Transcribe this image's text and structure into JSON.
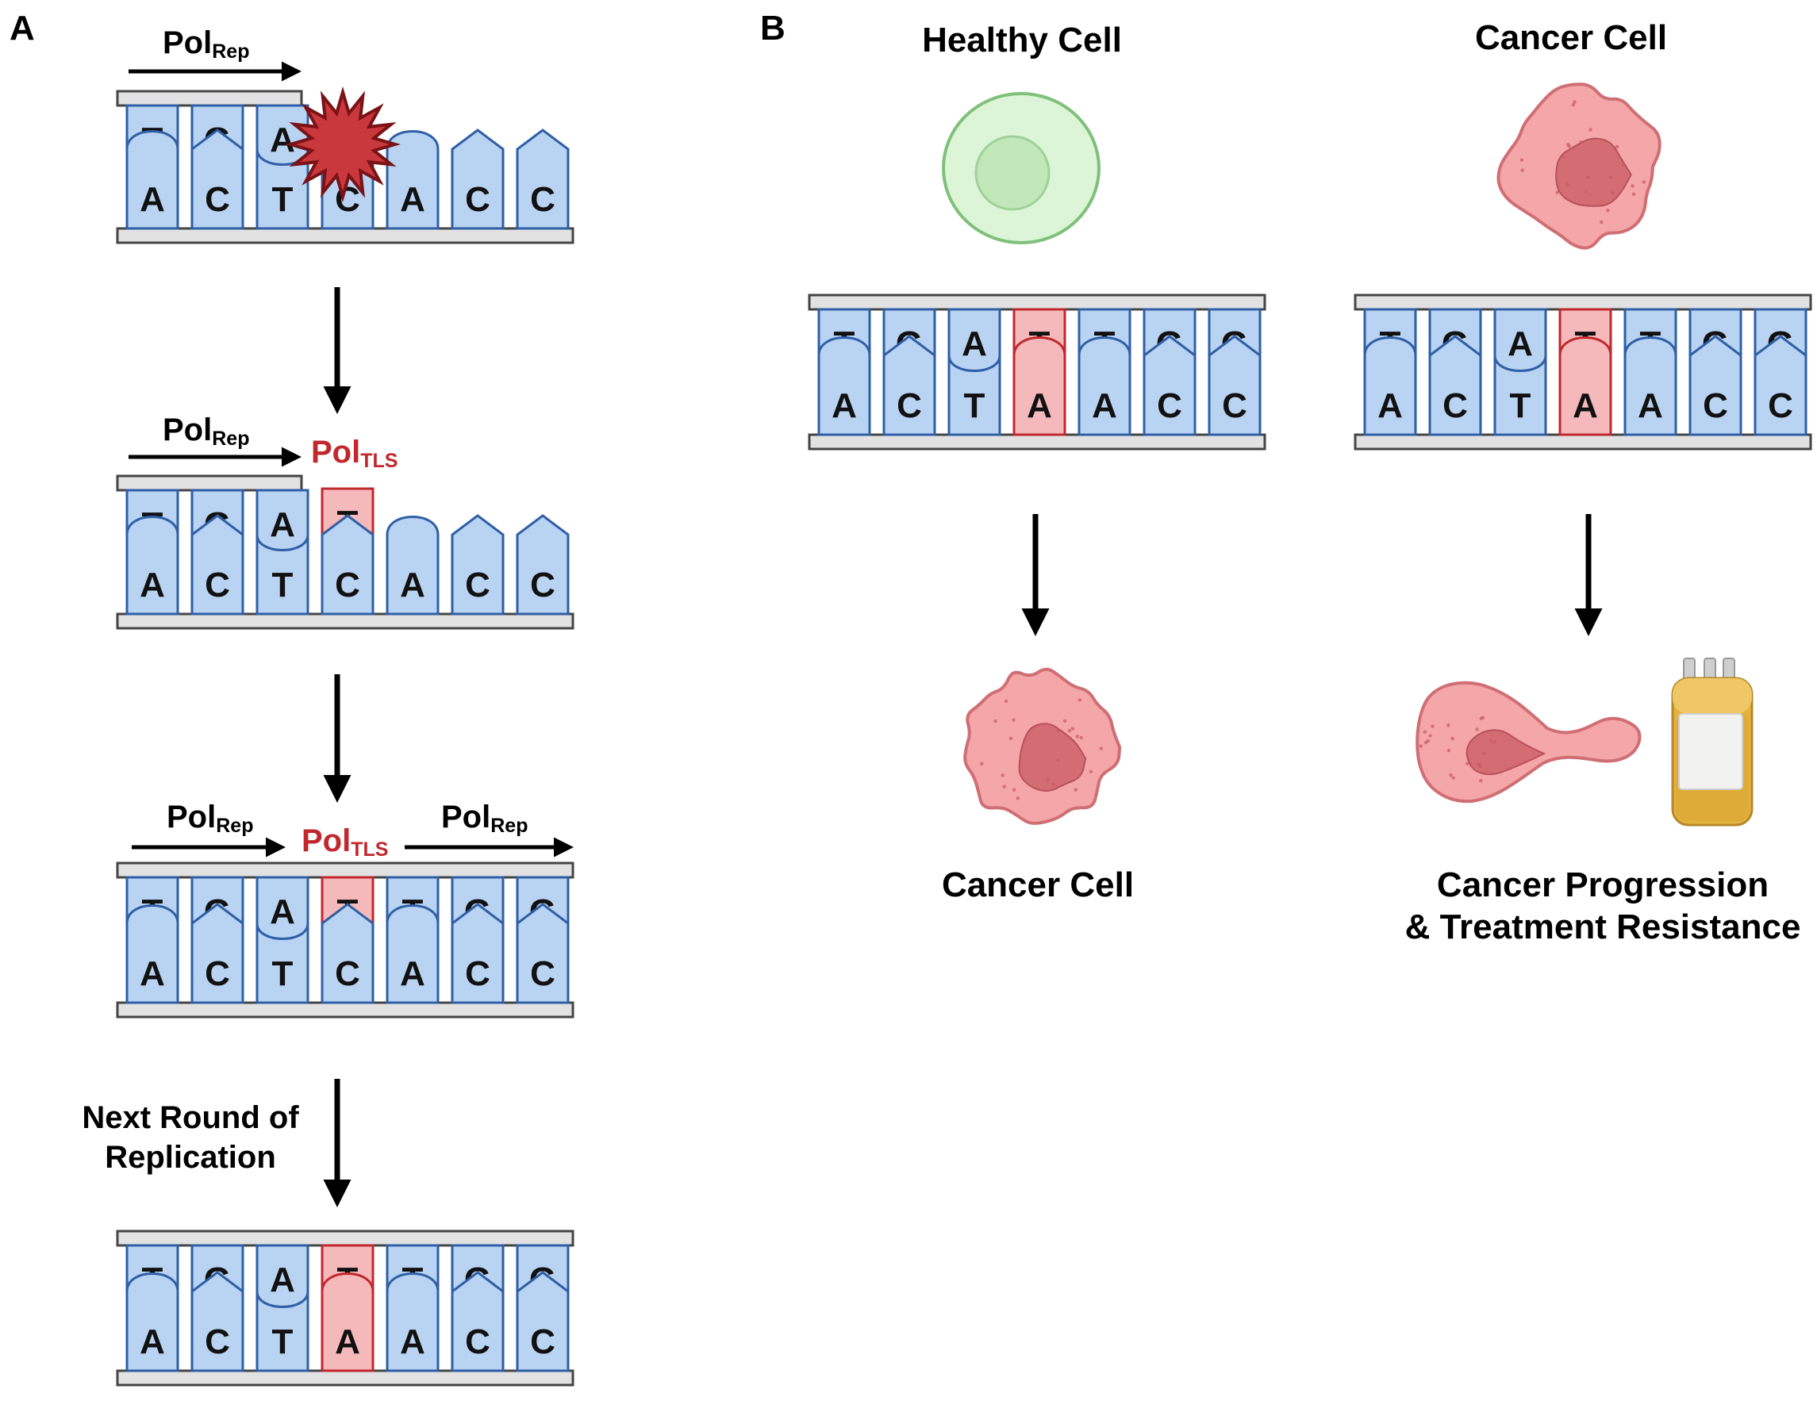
{
  "panel_a": {
    "label": "A",
    "step1": {
      "pol_label": "Pol",
      "pol_sub": "Rep",
      "top": [
        "T",
        "G",
        "A"
      ],
      "bottom": [
        "A",
        "C",
        "T",
        "C",
        "A",
        "C",
        "C"
      ],
      "lesion": "damage-starburst"
    },
    "step2": {
      "pol_label": "Pol",
      "pol_sub": "Rep",
      "tls_label": "Pol",
      "tls_sub": "TLS",
      "top": [
        "T",
        "G",
        "A",
        "T"
      ],
      "bottom": [
        "A",
        "C",
        "T",
        "C",
        "A",
        "C",
        "C"
      ]
    },
    "step3": {
      "pol_left_label": "Pol",
      "pol_left_sub": "Rep",
      "tls_label": "Pol",
      "tls_sub": "TLS",
      "pol_right_label": "Pol",
      "pol_right_sub": "Rep",
      "top": [
        "T",
        "G",
        "A",
        "T",
        "T",
        "G",
        "G"
      ],
      "bottom": [
        "A",
        "C",
        "T",
        "C",
        "A",
        "C",
        "C"
      ]
    },
    "next_round_line1": "Next Round of",
    "next_round_line2": "Replication",
    "step4": {
      "top": [
        "T",
        "G",
        "A",
        "T",
        "T",
        "G",
        "G"
      ],
      "bottom": [
        "A",
        "C",
        "T",
        "A",
        "A",
        "C",
        "C"
      ]
    }
  },
  "panel_b": {
    "label": "B",
    "left": {
      "title": "Healthy Cell",
      "top": [
        "T",
        "G",
        "A",
        "T",
        "T",
        "G",
        "G"
      ],
      "bottom": [
        "A",
        "C",
        "T",
        "A",
        "A",
        "C",
        "C"
      ],
      "result": "Cancer Cell"
    },
    "right": {
      "title": "Cancer Cell",
      "top": [
        "T",
        "G",
        "A",
        "T",
        "T",
        "G",
        "G"
      ],
      "bottom": [
        "A",
        "C",
        "T",
        "A",
        "A",
        "C",
        "C"
      ],
      "result_line1": "Cancer Progression",
      "result_line2": "& Treatment Resistance"
    }
  },
  "colors": {
    "base_fill": "#b9d3f2",
    "base_stroke": "#2f5fa6",
    "mutant_fill": "#f6b9bb",
    "mutant_stroke": "#c0282e",
    "backbone_fill": "#e2e2e2",
    "backbone_stroke": "#444444",
    "tls_text": "#c0282e",
    "lesion_fill": "#c8383c",
    "lesion_stroke": "#7a1216",
    "healthy_cell": "#dcf5d6",
    "healthy_nucleus": "#c2e7b8",
    "healthy_stroke": "#7fc07a",
    "cancer_cell": "#f4a6a9",
    "cancer_nucleus": "#d46c74",
    "cancer_stroke": "#cf6f74",
    "bag_fill": "#e3b33e",
    "bag_stroke": "#b7872b"
  }
}
